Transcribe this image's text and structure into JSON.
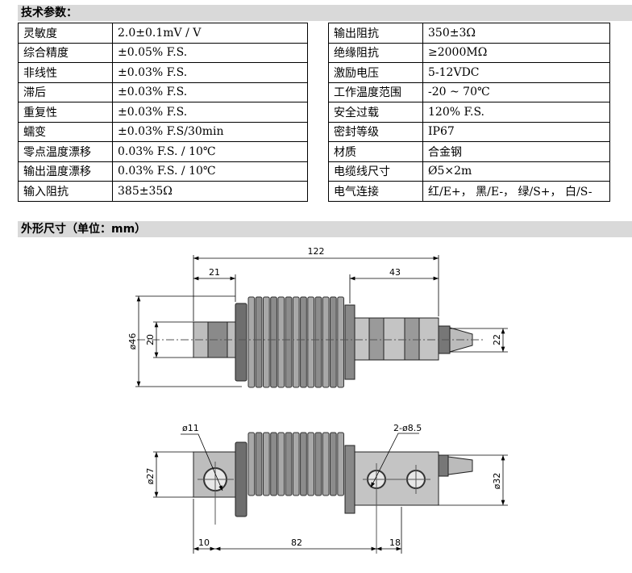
{
  "sections": {
    "specs_title": "技术参数：",
    "dims_title": "外形尺寸（单位：mm）"
  },
  "specs_left": [
    {
      "key": "灵敏度",
      "value": "2.0±0.1mV / V"
    },
    {
      "key": "综合精度",
      "value": "±0.05% F.S."
    },
    {
      "key": "非线性",
      "value": "±0.03% F.S."
    },
    {
      "key": "滞后",
      "value": "±0.03% F.S."
    },
    {
      "key": "重复性",
      "value": "±0.03% F.S."
    },
    {
      "key": "蠕变",
      "value": "±0.03% F.S/30min"
    },
    {
      "key": "零点温度漂移",
      "value": "0.03% F.S. / 10℃"
    },
    {
      "key": "输出温度漂移",
      "value": "0.03% F.S. / 10℃"
    },
    {
      "key": "输入阻抗",
      "value": "385±35Ω"
    }
  ],
  "specs_right": [
    {
      "key": "输出阻抗",
      "value": "350±3Ω"
    },
    {
      "key": "绝缘阻抗",
      "value": "≥2000MΩ"
    },
    {
      "key": "激励电压",
      "value": "5-12VDC"
    },
    {
      "key": "工作温度范围",
      "value": "-20 ~ 70℃"
    },
    {
      "key": "安全过载",
      "value": "120% F.S."
    },
    {
      "key": "密封等级",
      "value": "IP67"
    },
    {
      "key": "材质",
      "value": "合金钢"
    },
    {
      "key": "电缆线尺寸",
      "value": "Ø5×2m"
    },
    {
      "key": "电气连接",
      "value": "红/E+， 黑/E-， 绿/S+， 白/S-"
    }
  ],
  "dimensions": {
    "total_length": "122",
    "left_stub": "21",
    "right_stub": "43",
    "dia_46": "ø46",
    "dia_20": "20",
    "dia_22": "22",
    "hole_11": "ø11",
    "holes_85": "2-ø8.5",
    "dia_27": "ø27",
    "dia_32": "ø32",
    "bottom_10": "10",
    "bottom_82": "82",
    "bottom_18": "18"
  }
}
